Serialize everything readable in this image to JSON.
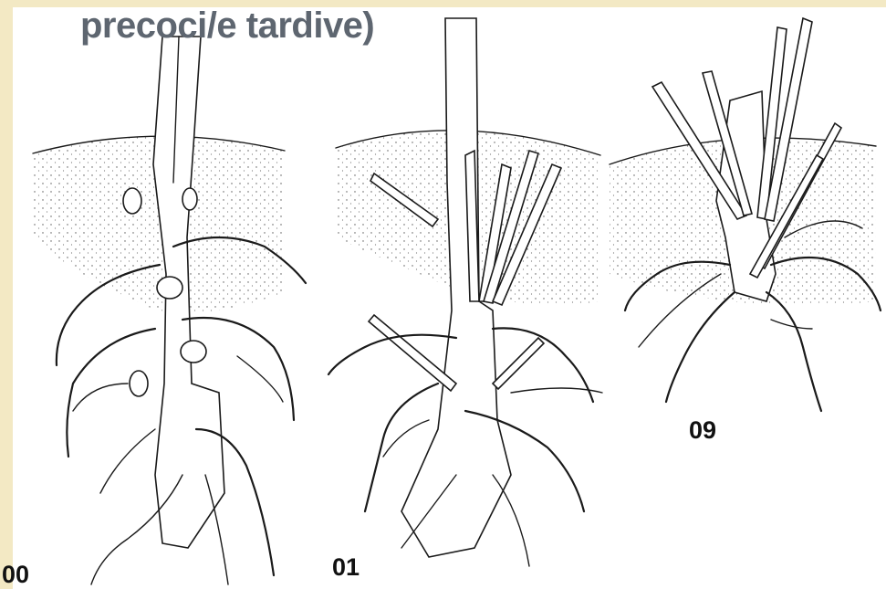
{
  "title": "precoci/e tardive)",
  "panels": [
    {
      "label": "00"
    },
    {
      "label": "01"
    },
    {
      "label": "09"
    }
  ],
  "colors": {
    "background": "#f3e9c4",
    "title": "#5e6670",
    "ink": "#1a1a1a"
  }
}
